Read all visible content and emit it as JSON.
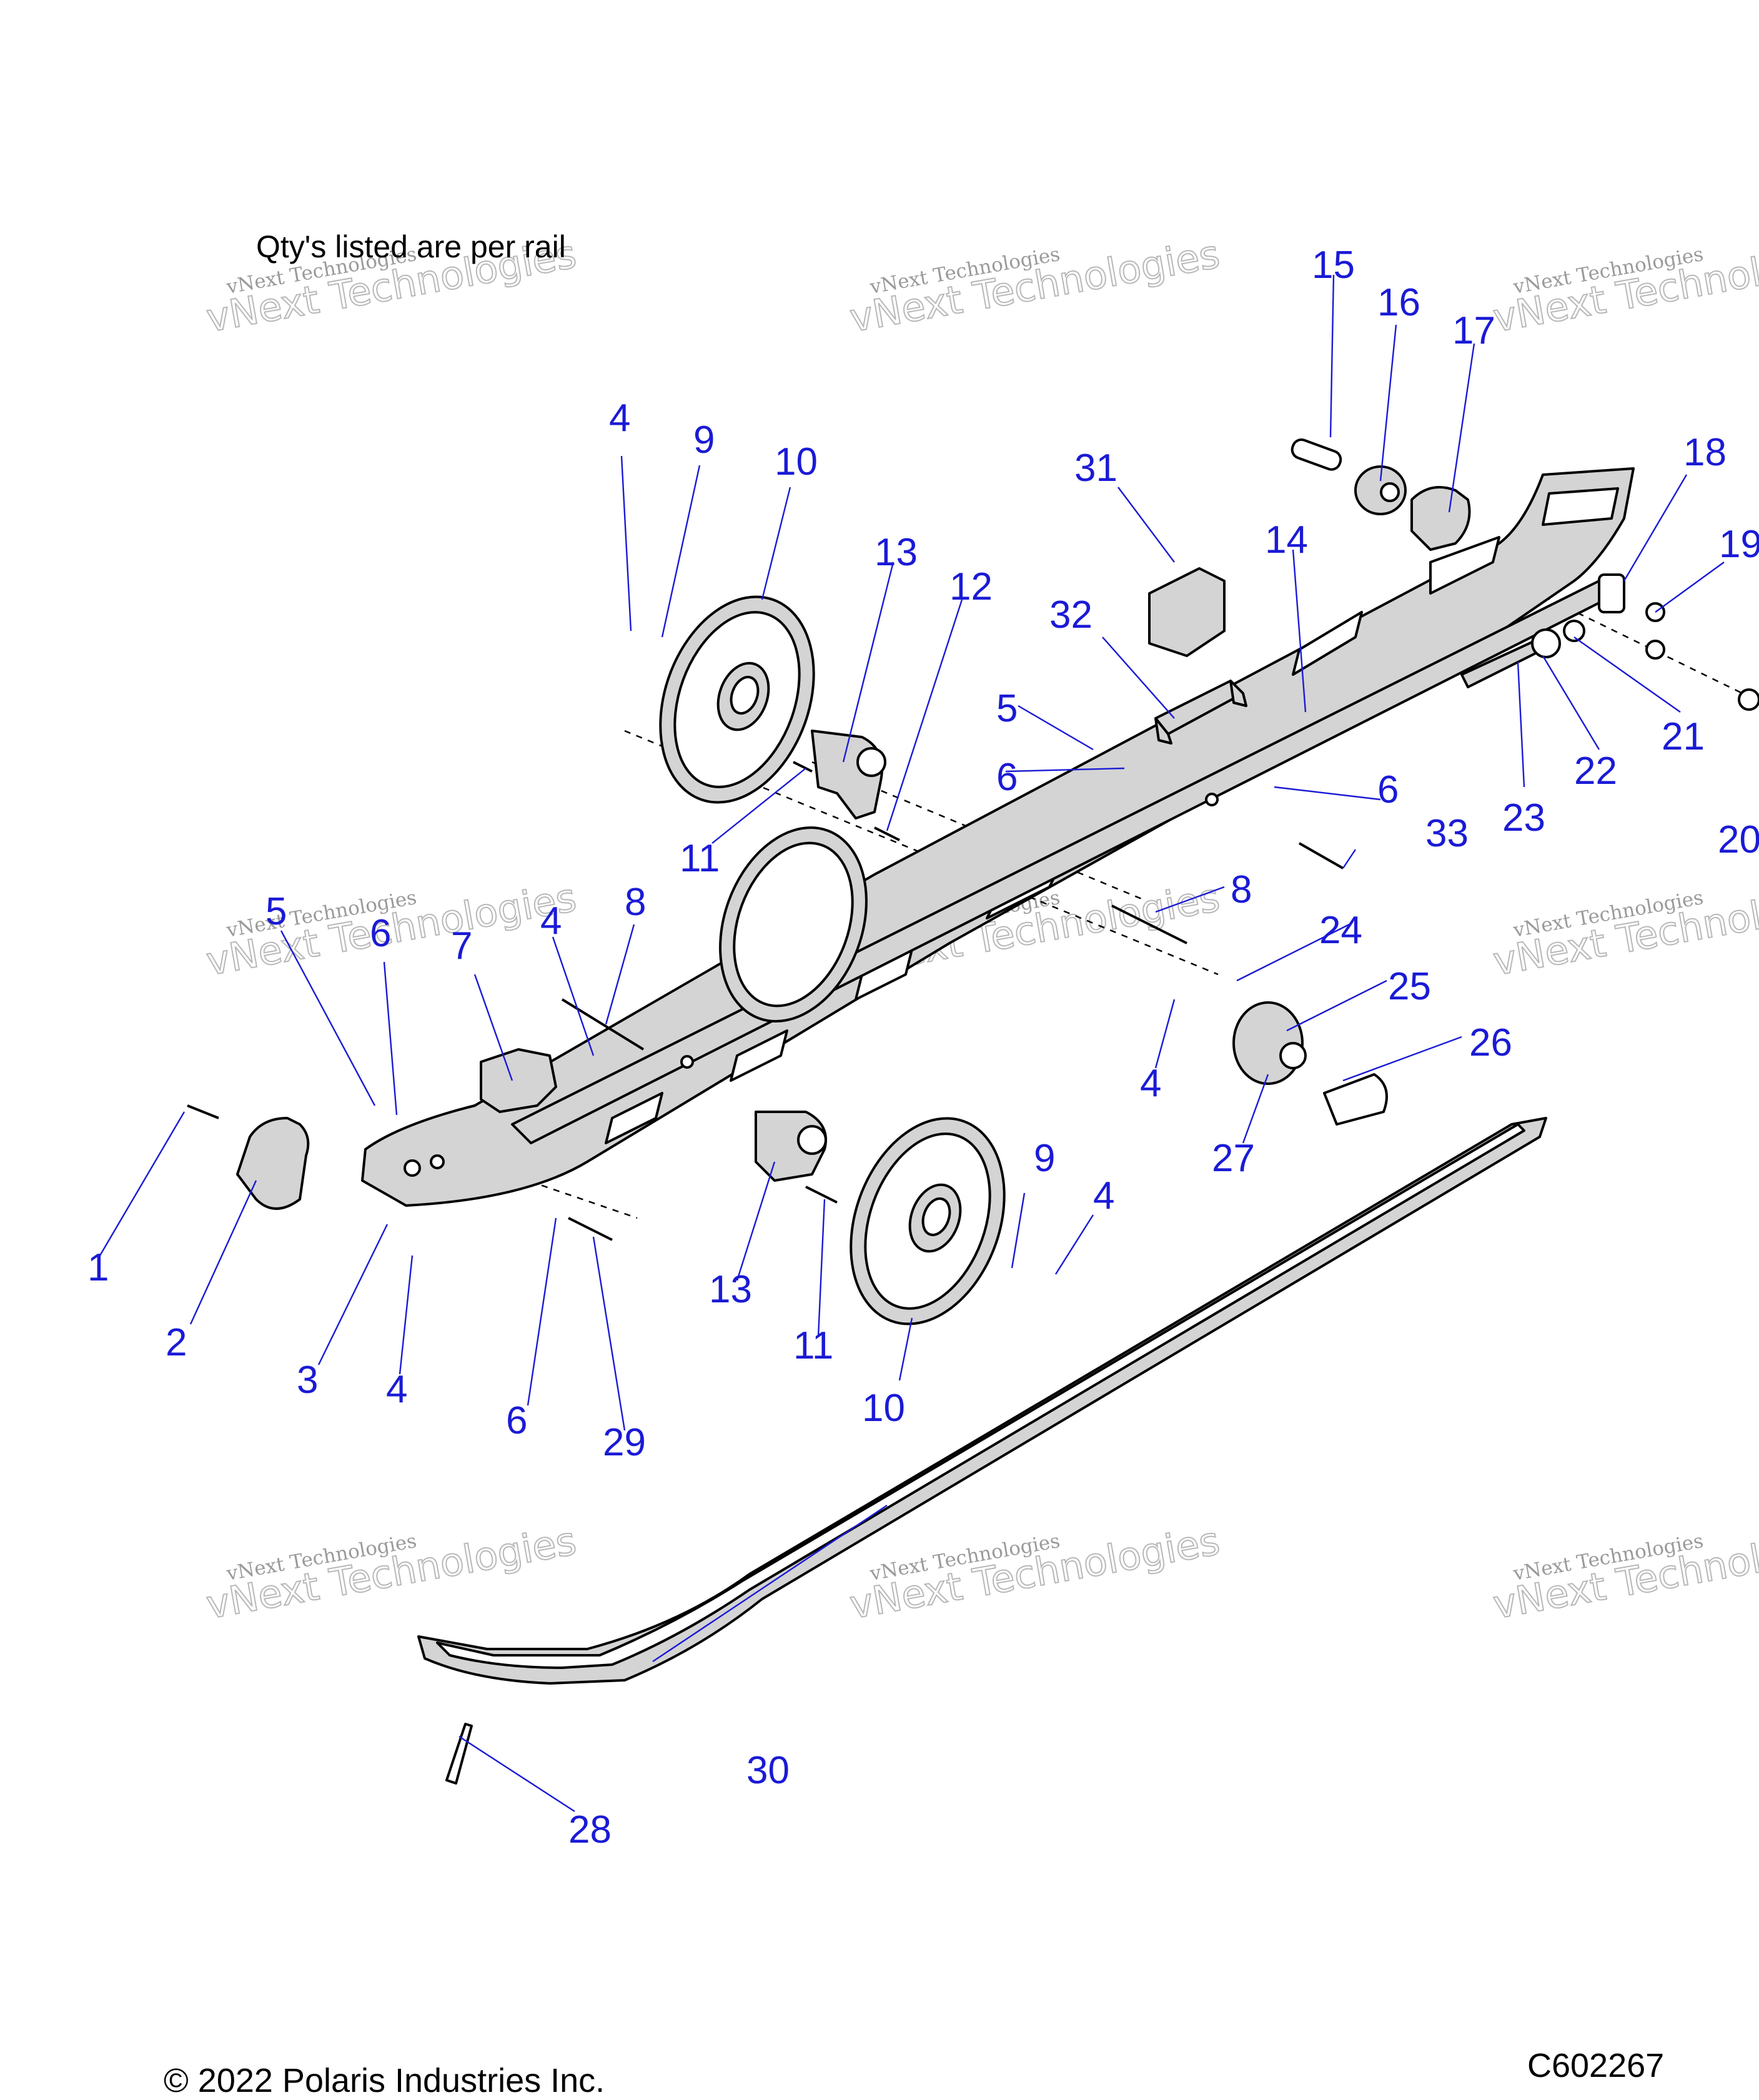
{
  "note": "Qty's listed are per rail",
  "copyright": "© 2022 Polaris Industries Inc.",
  "figure_id": "C602267",
  "watermark": {
    "line1": "vNext Technologies",
    "line2": "vNext Technologies"
  },
  "callouts": [
    {
      "n": "1"
    },
    {
      "n": "2"
    },
    {
      "n": "3"
    },
    {
      "n": "4"
    },
    {
      "n": "4"
    },
    {
      "n": "4"
    },
    {
      "n": "4"
    },
    {
      "n": "4"
    },
    {
      "n": "5"
    },
    {
      "n": "5"
    },
    {
      "n": "6"
    },
    {
      "n": "6"
    },
    {
      "n": "6"
    },
    {
      "n": "6"
    },
    {
      "n": "7"
    },
    {
      "n": "8"
    },
    {
      "n": "8"
    },
    {
      "n": "9"
    },
    {
      "n": "9"
    },
    {
      "n": "10"
    },
    {
      "n": "10"
    },
    {
      "n": "11"
    },
    {
      "n": "11"
    },
    {
      "n": "12"
    },
    {
      "n": "13"
    },
    {
      "n": "13"
    },
    {
      "n": "14"
    },
    {
      "n": "15"
    },
    {
      "n": "16"
    },
    {
      "n": "17"
    },
    {
      "n": "18"
    },
    {
      "n": "19"
    },
    {
      "n": "20"
    },
    {
      "n": "21"
    },
    {
      "n": "22"
    },
    {
      "n": "23"
    },
    {
      "n": "24"
    },
    {
      "n": "25"
    },
    {
      "n": "26"
    },
    {
      "n": "27"
    },
    {
      "n": "28"
    },
    {
      "n": "29"
    },
    {
      "n": "30"
    },
    {
      "n": "31"
    },
    {
      "n": "32"
    },
    {
      "n": "33"
    }
  ]
}
